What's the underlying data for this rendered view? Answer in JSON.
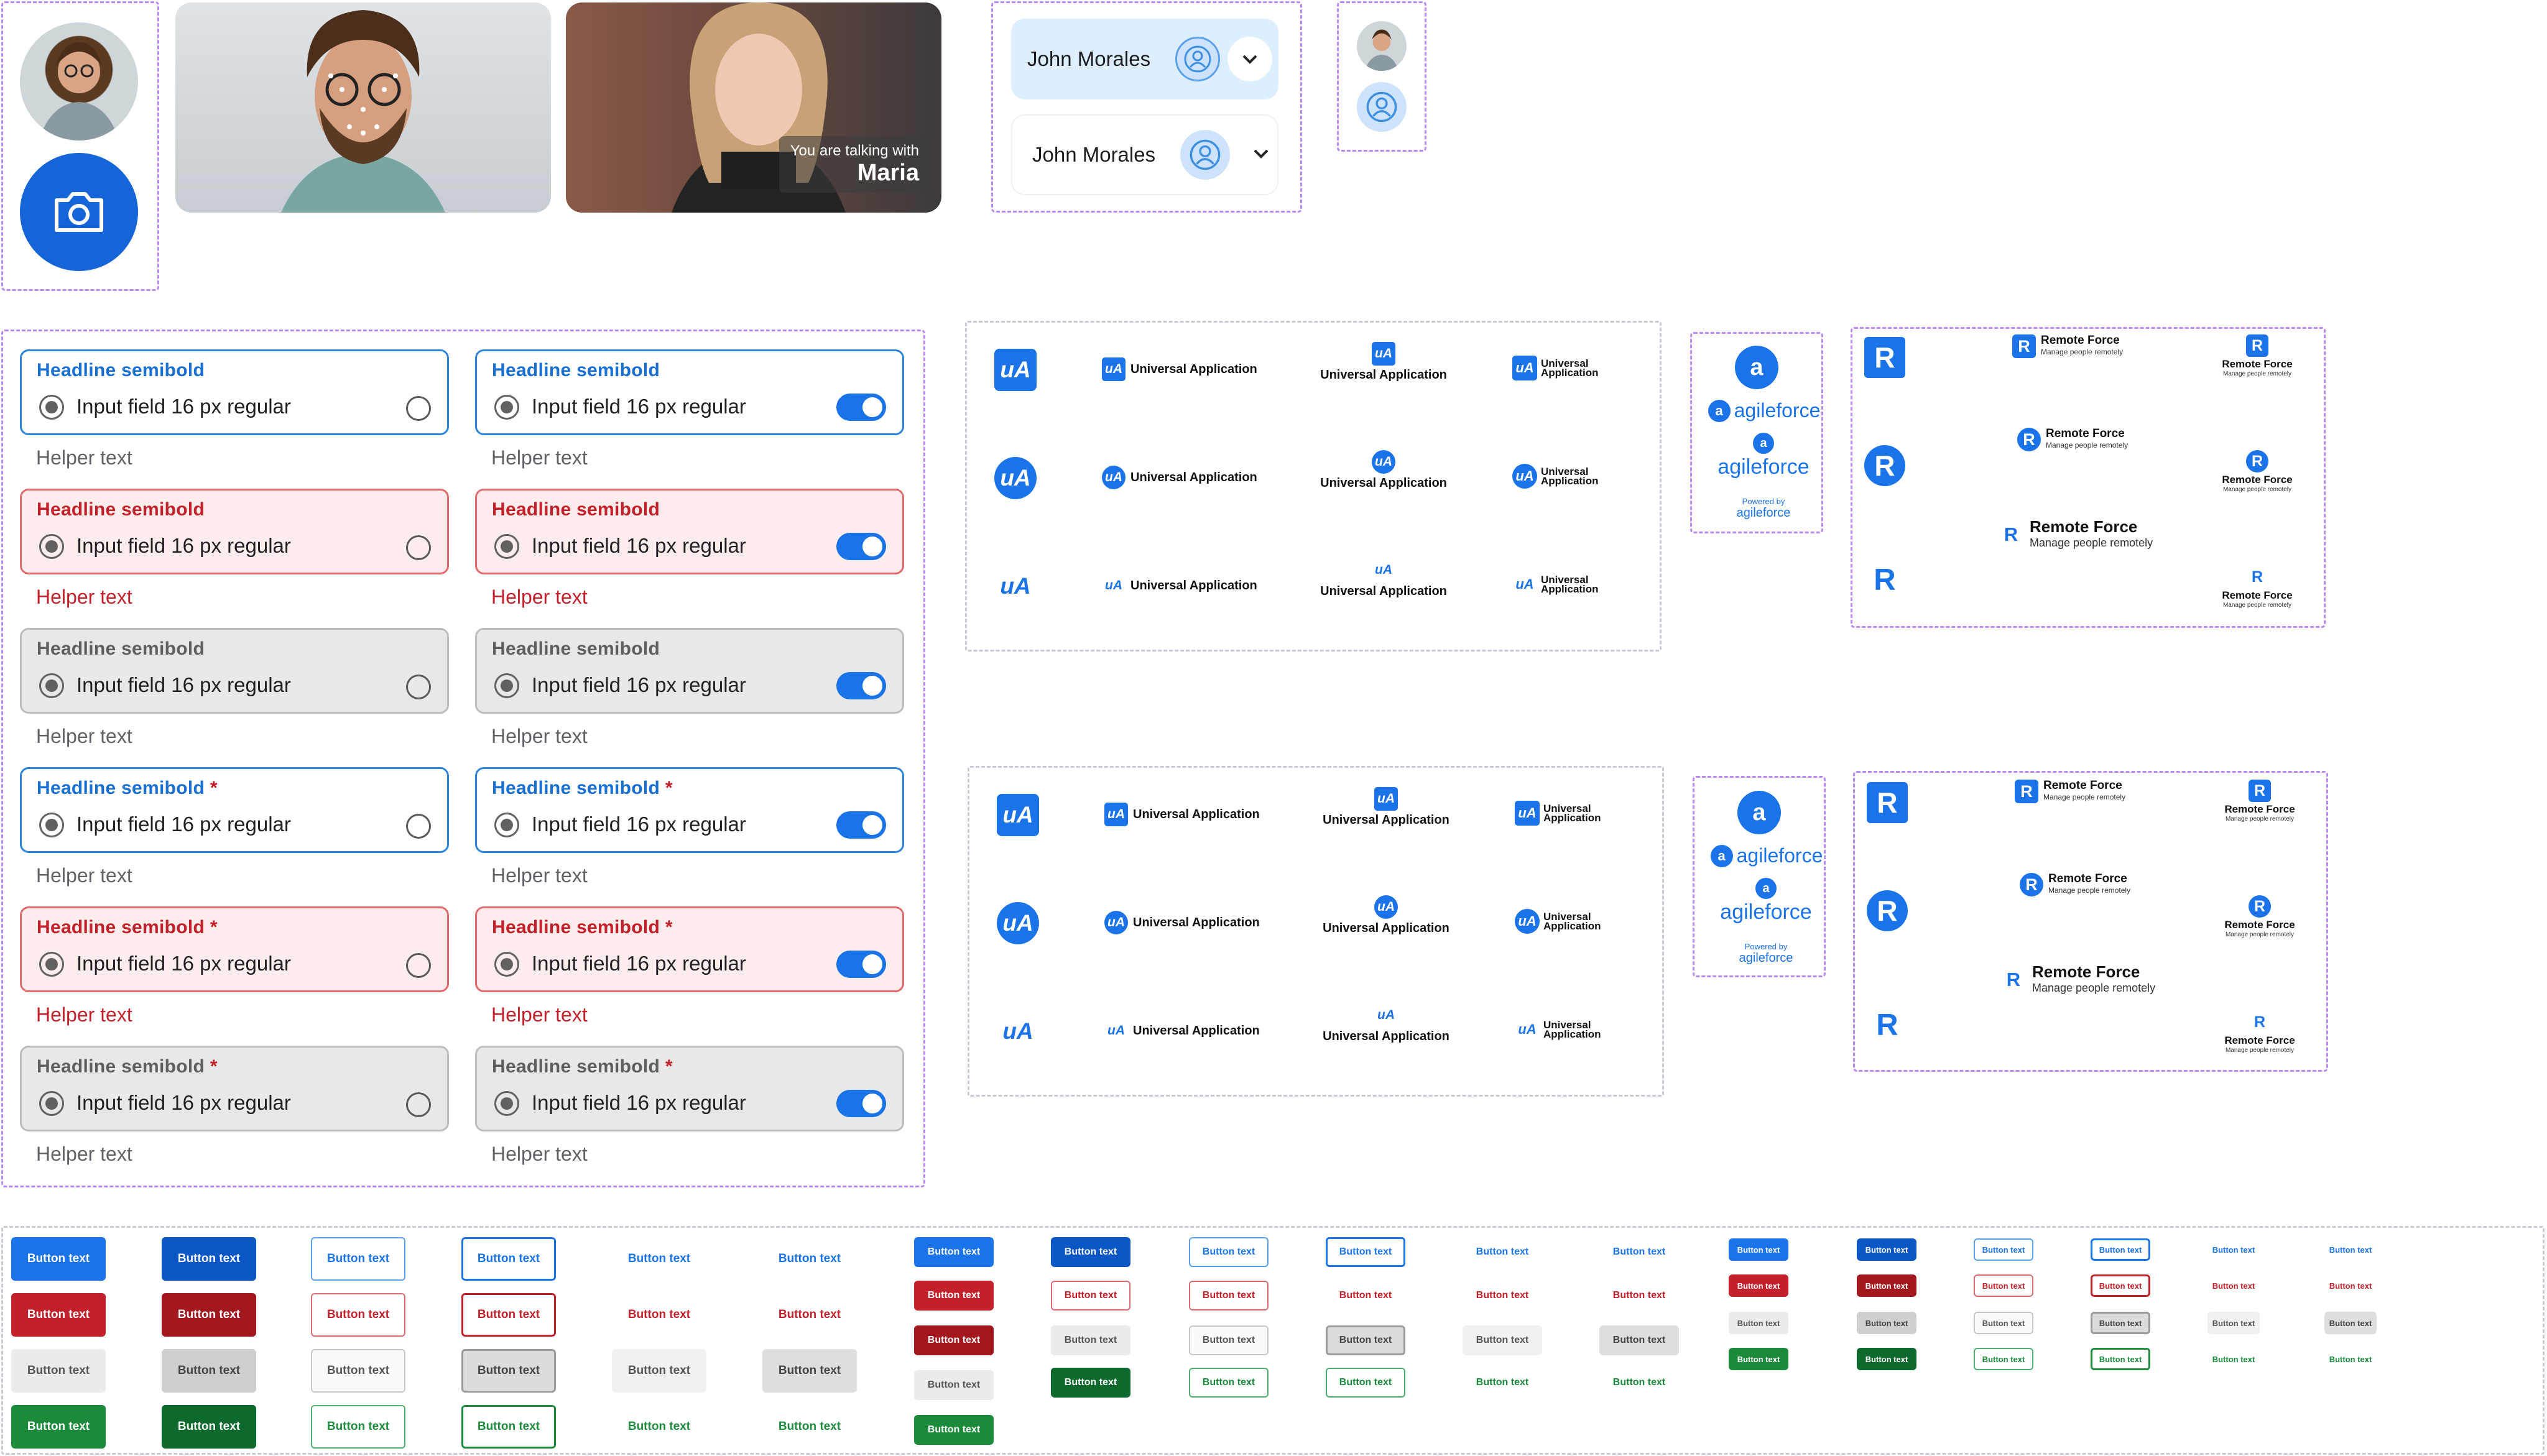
{
  "video": {
    "talking_label": "You are talking with",
    "talking_name": "Maria"
  },
  "accounts": [
    {
      "name": "John Morales"
    },
    {
      "name": "John Morales"
    }
  ],
  "fields": {
    "headline": "Headline semibold",
    "required_mark": "*",
    "input_text": "Input field 16 px regular",
    "helper": "Helper text"
  },
  "logos": {
    "ua_name": "Universal Application",
    "ua_line1": "Universal",
    "ua_line2": "Application",
    "af_name": "agileforce",
    "af_powered": "Powered by",
    "rf_name": "Remote Force",
    "rf_tagline": "Manage people remotely"
  },
  "buttons": {
    "label": "Button text"
  },
  "colors": {
    "primary": "#1a73e8",
    "error": "#c2202a",
    "success": "#1b8a3b",
    "neutral": "#e8e8e8",
    "frame_dash": "#b98af2"
  }
}
